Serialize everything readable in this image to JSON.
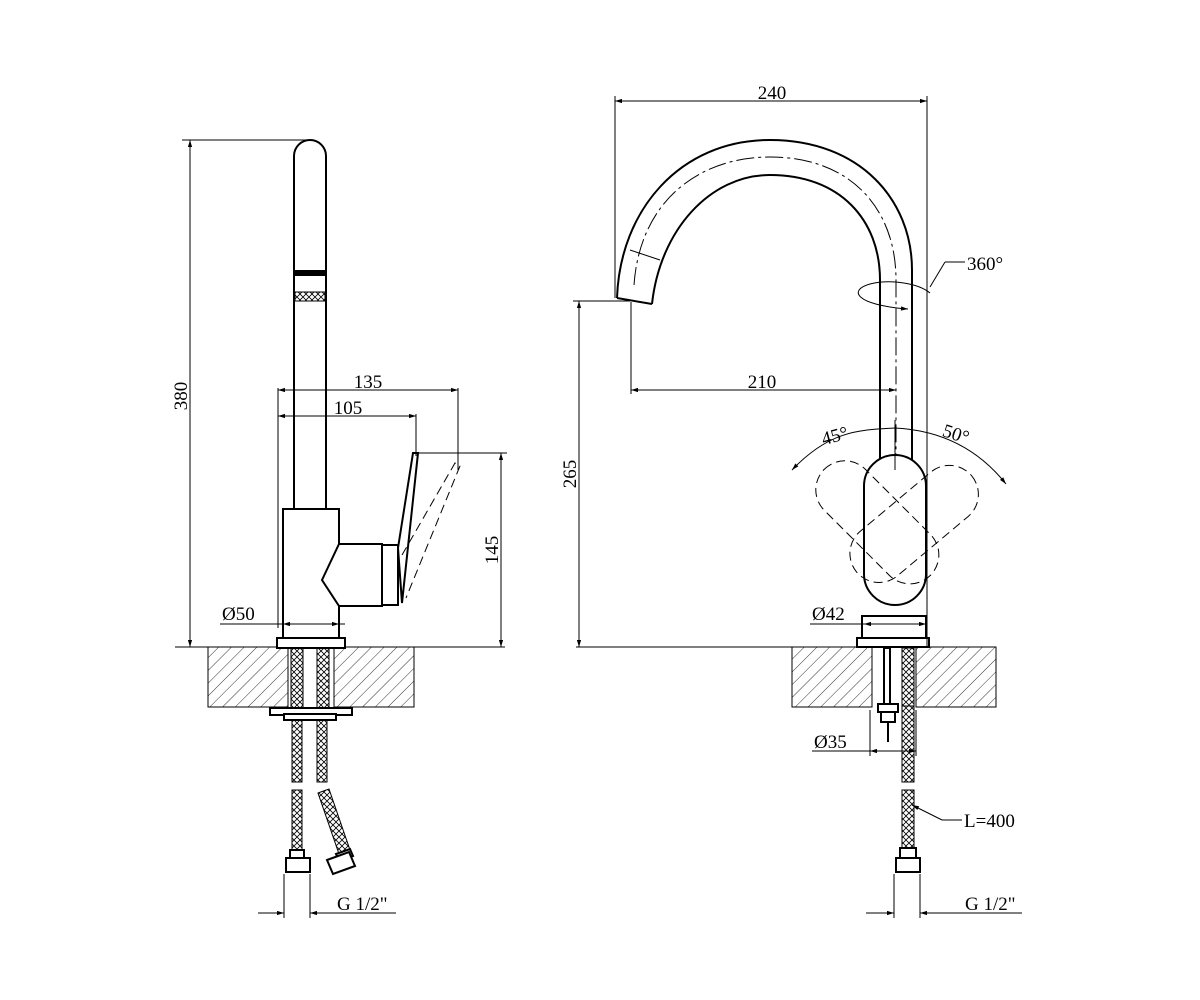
{
  "left_view": {
    "height_total": "380",
    "reach_outer": "135",
    "reach_inner": "105",
    "lever_height": "145",
    "base_diameter": "Ø50",
    "thread": "G 1/2\""
  },
  "right_view": {
    "width_total": "240",
    "spout_reach": "210",
    "spout_height": "265",
    "rotation": "360°",
    "angle_left": "45°",
    "angle_right": "50°",
    "base_diameter": "Ø42",
    "shank_diameter": "Ø35",
    "hose_length": "L=400",
    "thread": "G 1/2\""
  }
}
